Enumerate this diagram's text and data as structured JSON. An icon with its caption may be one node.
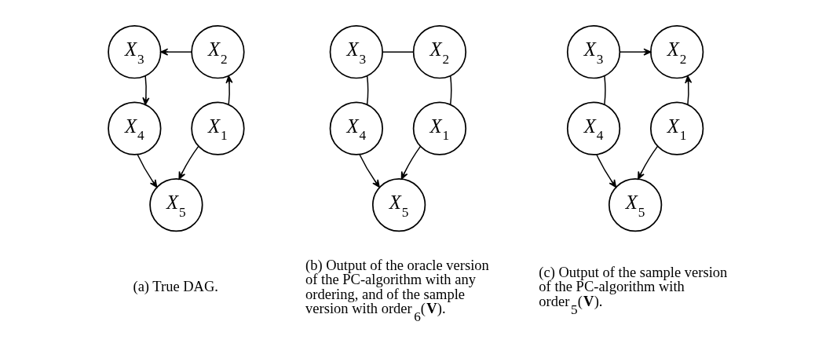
{
  "diagram": {
    "nodes": [
      {
        "text": [
          "X$_{2}$"
        ]
      },
      {
        "text": [
          "X$_{3}$"
        ]
      },
      {
        "text": [
          "X$_{1}$"
        ]
      },
      {
        "text": [
          "X$_{4}$"
        ]
      },
      {
        "text": [
          "X$_{5}$"
        ]
      },
      {
        "text": [
          "X$_{2}$"
        ]
      },
      {
        "text": [
          "X$_{3}$"
        ]
      },
      {
        "text": [
          "X$_{1}$"
        ]
      },
      {
        "text": [
          "X$_{4}$"
        ]
      },
      {
        "text": [
          "X$_{5}$"
        ]
      },
      {
        "text": [
          "X$_{2}$"
        ]
      },
      {
        "text": [
          "X$_{3}$"
        ]
      },
      {
        "text": [
          "X$_{1}$"
        ]
      },
      {
        "text": [
          "X$_{4}$"
        ]
      },
      {
        "text": [
          "X$_{5}$"
        ]
      }
    ],
    "edges": [
      {
        "from": 2,
        "to": 0,
        "arrow": "to"
      },
      {
        "from": 0,
        "to": 1,
        "arrow": "to"
      },
      {
        "from": 1,
        "to": 3,
        "arrow": "to"
      },
      {
        "from": 2,
        "to": 4,
        "arrow": "to"
      },
      {
        "from": 3,
        "to": 4,
        "arrow": "to"
      },
      {
        "from": 5,
        "to": 6,
        "arrow": "none"
      },
      {
        "from": 5,
        "to": 7,
        "arrow": "none"
      },
      {
        "from": 6,
        "to": 8,
        "arrow": "none"
      },
      {
        "from": 7,
        "to": 9,
        "arrow": "to"
      },
      {
        "from": 8,
        "to": 9,
        "arrow": "to"
      },
      {
        "from": 11,
        "to": 10,
        "arrow": "to"
      },
      {
        "from": 12,
        "to": 10,
        "arrow": "to"
      },
      {
        "from": 11,
        "to": 13,
        "arrow": "none"
      },
      {
        "from": 12,
        "to": 14,
        "arrow": "to"
      },
      {
        "from": 13,
        "to": 14,
        "arrow": "to"
      }
    ],
    "labels": [
      "(a) True DAG.",
      "(b) Output of the oracle version of the PC-algorithm with any ordering, and of the sample version with order$_{6}$(**V**).",
      "(c) Output of the sample version of the PC-algorithm with order$_{5}$(**V**)."
    ]
  }
}
